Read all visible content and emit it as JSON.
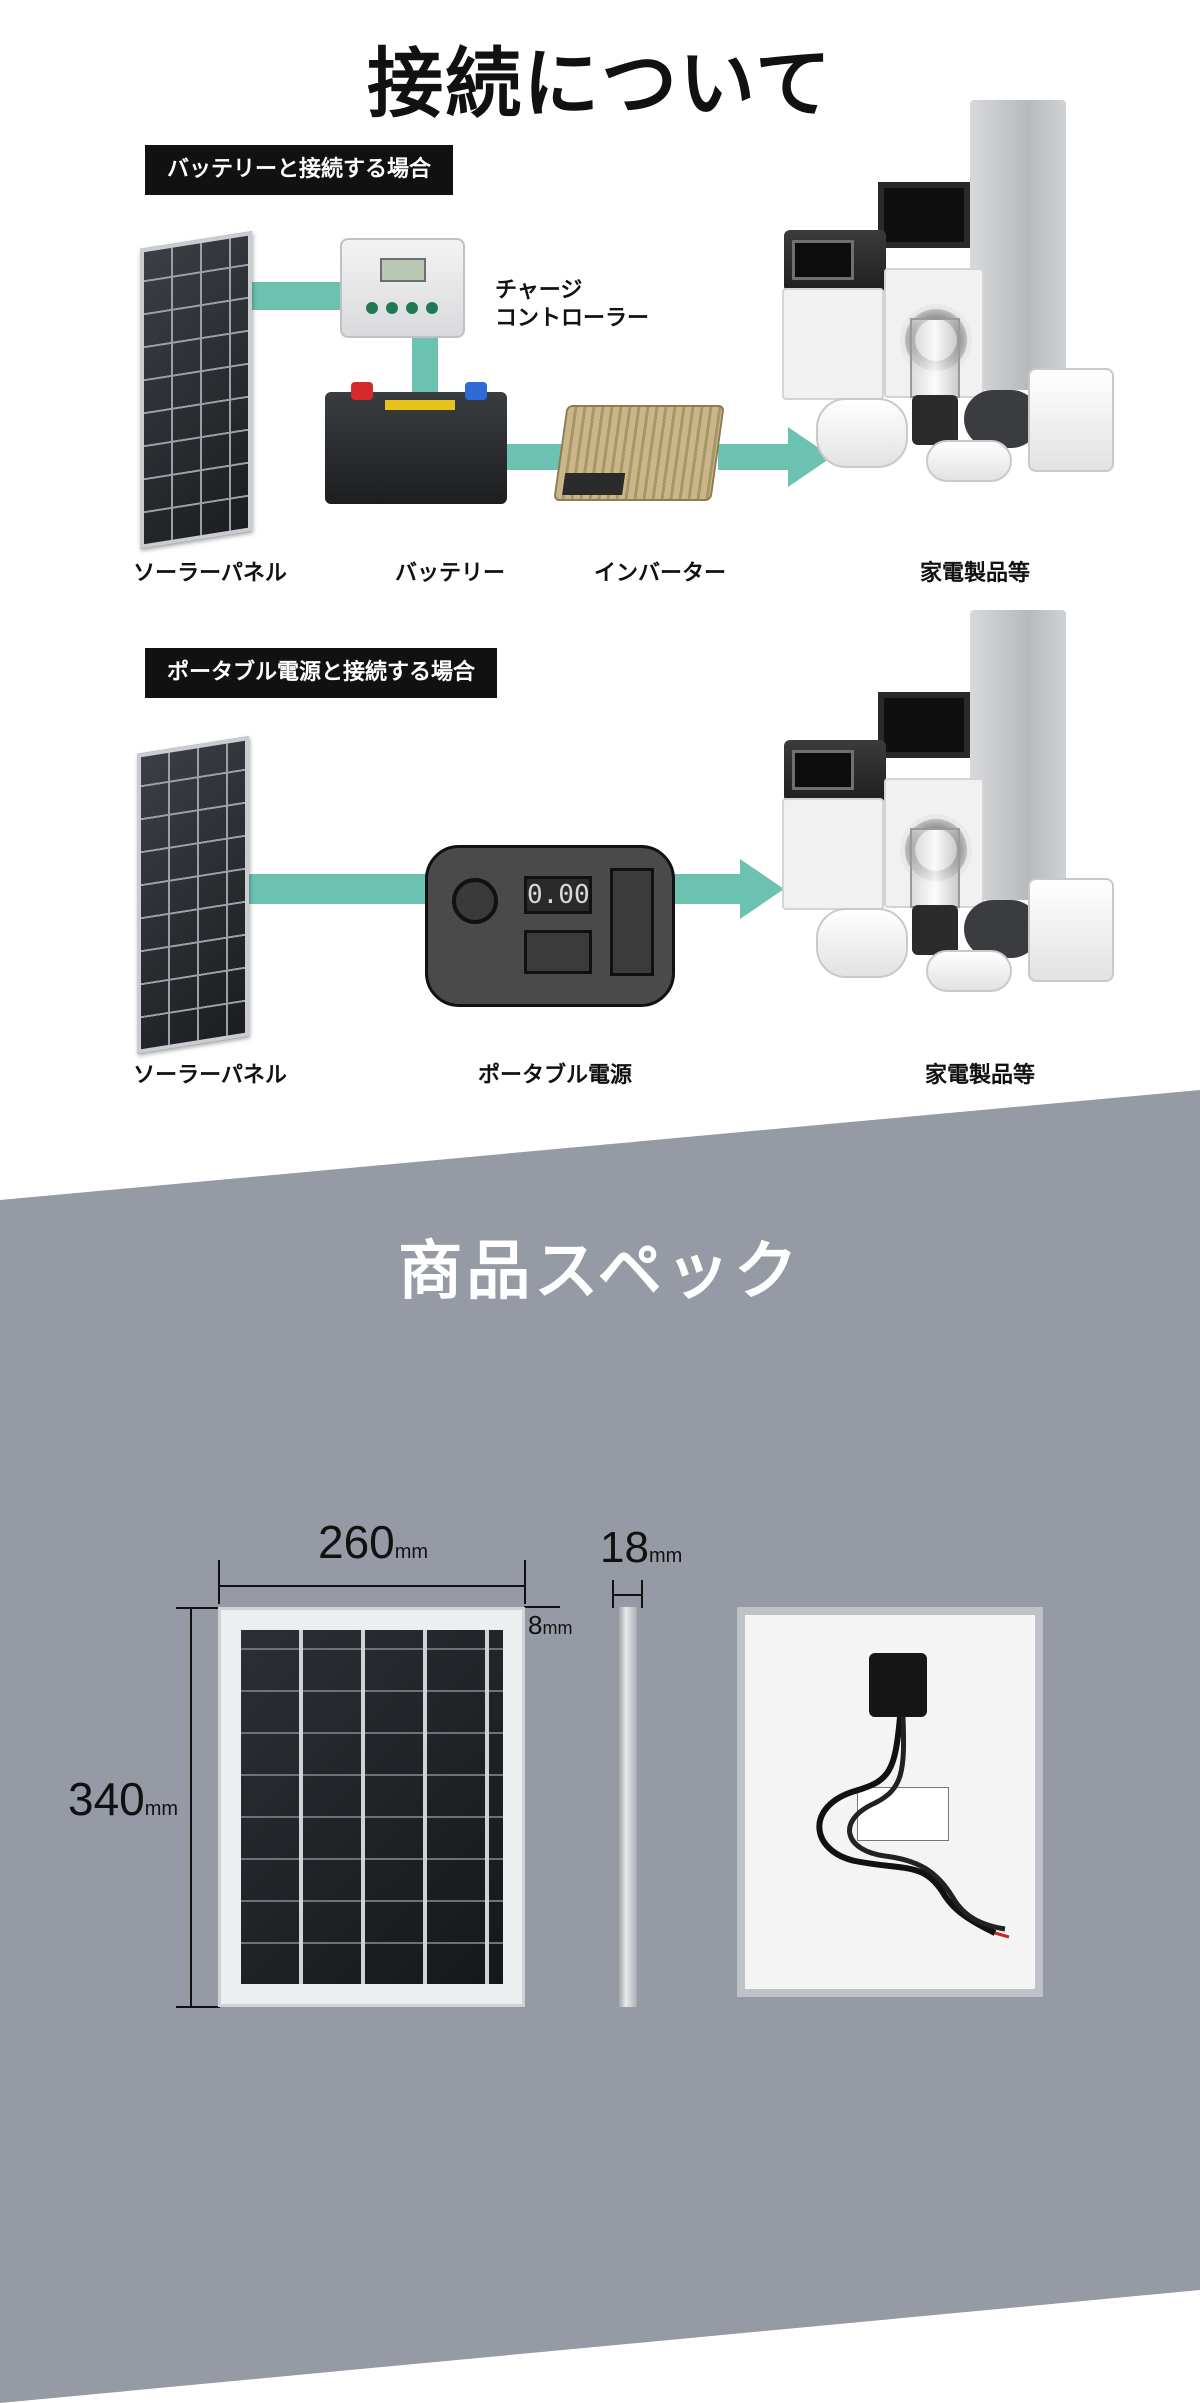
{
  "header": {
    "title": "接続について"
  },
  "battery_section": {
    "label": "バッテリーと接続する場合",
    "captions": {
      "panel": "ソーラーパネル",
      "controller_line1": "チャージ",
      "controller_line2": "コントローラー",
      "battery": "バッテリー",
      "inverter": "インバーター",
      "appliances": "家電製品等"
    }
  },
  "portable_section": {
    "label": "ポータブル電源と接続する場合",
    "captions": {
      "panel": "ソーラーパネル",
      "station": "ポータブル電源",
      "appliances": "家電製品等"
    },
    "station_display": "0.00"
  },
  "spec_section": {
    "title": "商品スペック",
    "dims": {
      "width_value": "260",
      "width_unit": "mm",
      "height_value": "340",
      "height_unit": "mm",
      "frame_value": "8",
      "frame_unit": "mm",
      "thickness_value": "18",
      "thickness_unit": "mm"
    }
  },
  "colors": {
    "connector": "#6cc2b1",
    "spec_bg": "#959aa4",
    "label_bg": "#111111"
  }
}
